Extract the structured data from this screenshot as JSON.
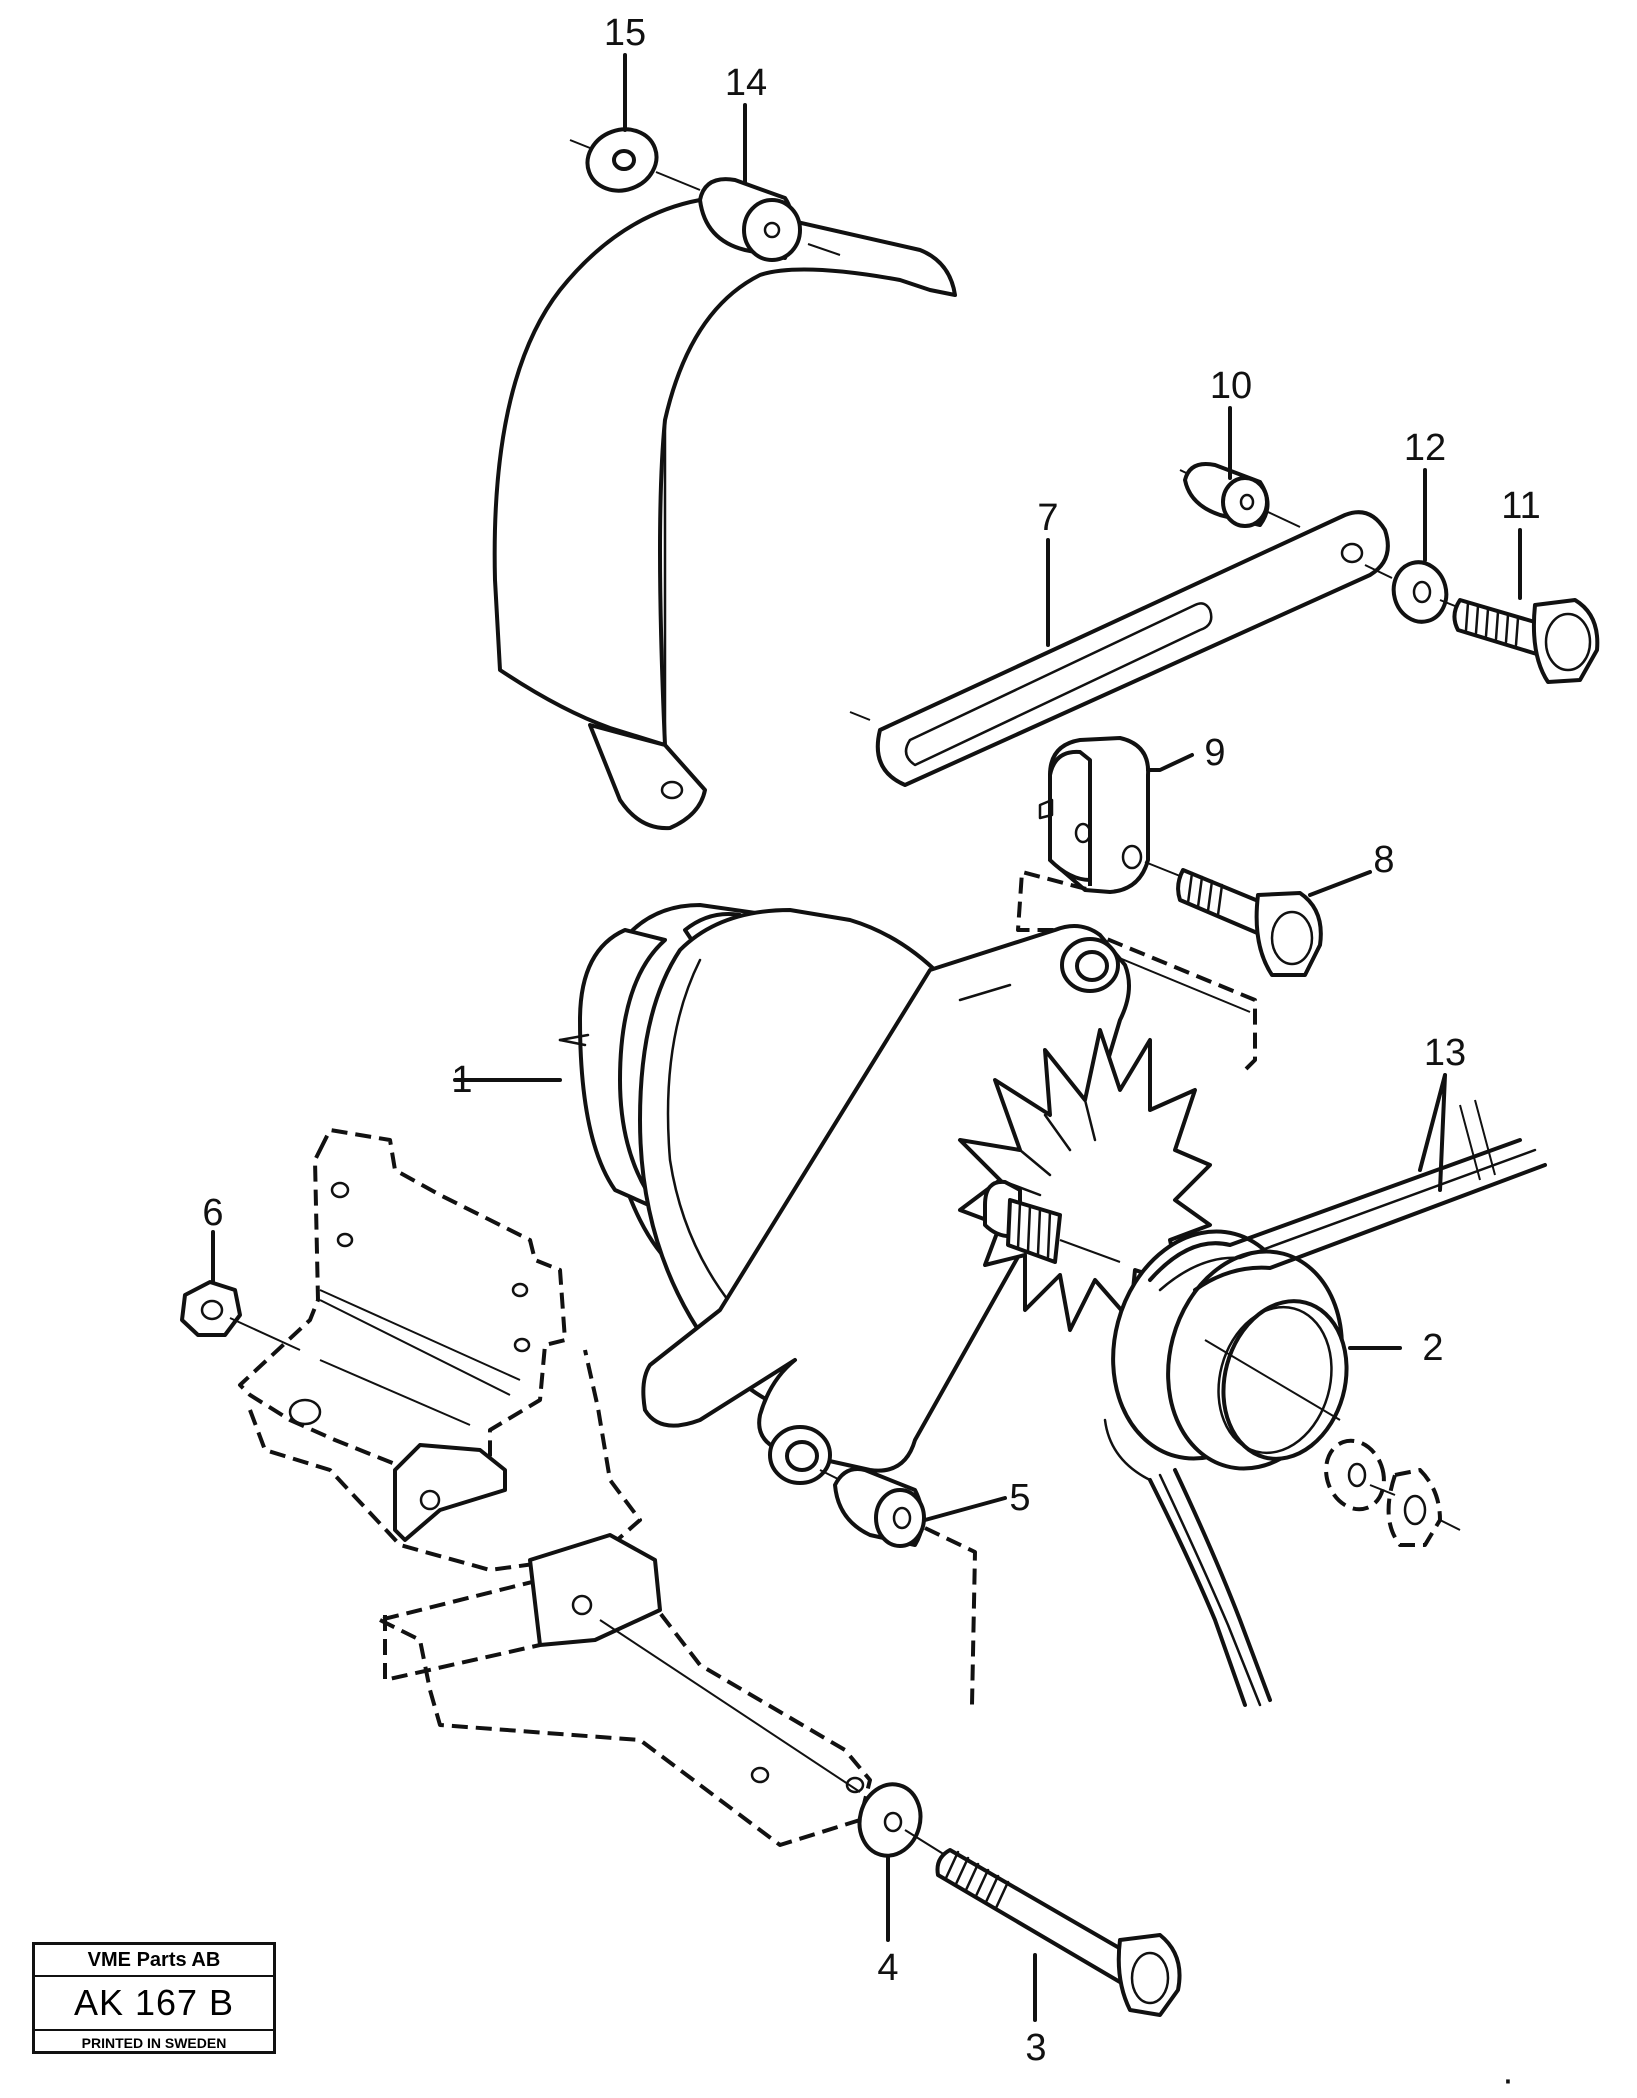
{
  "labels": {
    "n1": "1",
    "n2": "2",
    "n3": "3",
    "n4": "4",
    "n5": "5",
    "n6": "6",
    "n7": "7",
    "n8": "8",
    "n9": "9",
    "n10": "10",
    "n11": "11",
    "n12": "12",
    "n13": "13",
    "n14": "14",
    "n15": "15"
  },
  "stamp": {
    "company": "VME Parts AB",
    "code": "AK 167 B",
    "printed": "PRINTED IN SWEDEN"
  },
  "corner_mark": "·"
}
